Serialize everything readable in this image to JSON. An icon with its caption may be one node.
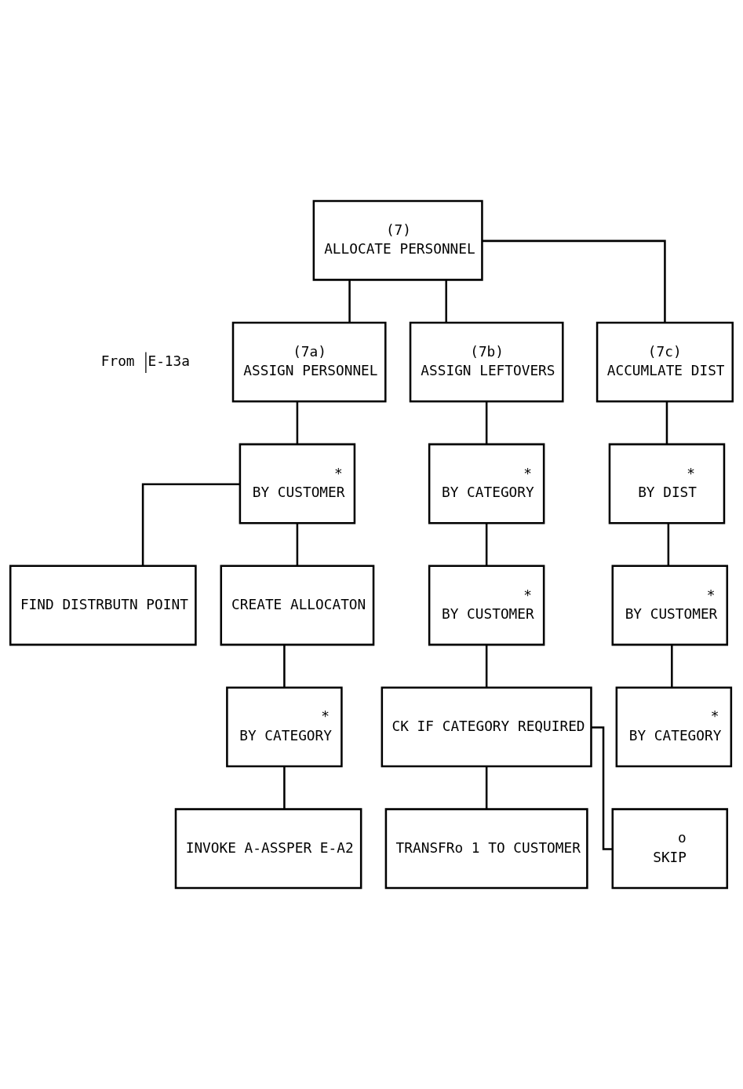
{
  "diagram": {
    "nodes": [
      {
        "text": [
          "(7)",
          "ALLOCATE PERSONNEL"
        ],
        "beside": [
          "From",
          "E-13a"
        ]
      },
      {
        "text": [
          "(7a)",
          "ASSIGN PERSONNEL"
        ]
      },
      {
        "text": [
          "(7b)",
          "ASSIGN LEFTOVERS"
        ]
      },
      {
        "text": [
          "(7c)",
          "ACCUMLATE DIST"
        ]
      },
      {
        "text": [
          "*",
          "BY CUSTOMER"
        ]
      },
      {
        "text": [
          "*",
          "BY CATEGORY"
        ]
      },
      {
        "text": [
          "*",
          "BY DIST"
        ]
      },
      {
        "text": [
          "FIND DISTRBUTN POINT"
        ]
      },
      {
        "text": [
          "CREATE ALLOCATON"
        ]
      },
      {
        "text": [
          "*",
          "BY CUSTOMER"
        ]
      },
      {
        "text": [
          "*",
          "BY CUSTOMER"
        ]
      },
      {
        "text": [
          "*",
          "BY CATEGORY"
        ]
      },
      {
        "text": [
          "CK IF CATEGORY REQUIRED"
        ]
      },
      {
        "text": [
          "*",
          "BY CATEGORY"
        ]
      },
      {
        "text": [
          "INVOKE A-ASSPER E-A2"
        ]
      },
      {
        "text": [
          "TRANSFRo 1 TO CUSTOMER"
        ]
      },
      {
        "text": [
          "o",
          "SKIP"
        ]
      }
    ],
    "edges": [
      {
        "from": 0,
        "to": 1,
        "arrow": "none"
      },
      {
        "from": 0,
        "to": 2,
        "arrow": "none"
      },
      {
        "from": 0,
        "to": 3,
        "arrow": "none"
      },
      {
        "from": 1,
        "to": 4,
        "arrow": "none"
      },
      {
        "from": 2,
        "to": 5,
        "arrow": "none"
      },
      {
        "from": 3,
        "to": 6,
        "arrow": "none"
      },
      {
        "from": 4,
        "to": 7,
        "arrow": "none"
      },
      {
        "from": 4,
        "to": 8,
        "arrow": "none"
      },
      {
        "from": 5,
        "to": 9,
        "arrow": "none"
      },
      {
        "from": 6,
        "to": 10,
        "arrow": "none"
      },
      {
        "from": 8,
        "to": 11,
        "arrow": "none"
      },
      {
        "from": 9,
        "to": 12,
        "arrow": "none"
      },
      {
        "from": 10,
        "to": 13,
        "arrow": "none"
      },
      {
        "from": 11,
        "to": 14,
        "arrow": "none"
      },
      {
        "from": 12,
        "to": 15,
        "arrow": "none"
      },
      {
        "from": 12,
        "to": 16,
        "arrow": "none"
      }
    ]
  }
}
